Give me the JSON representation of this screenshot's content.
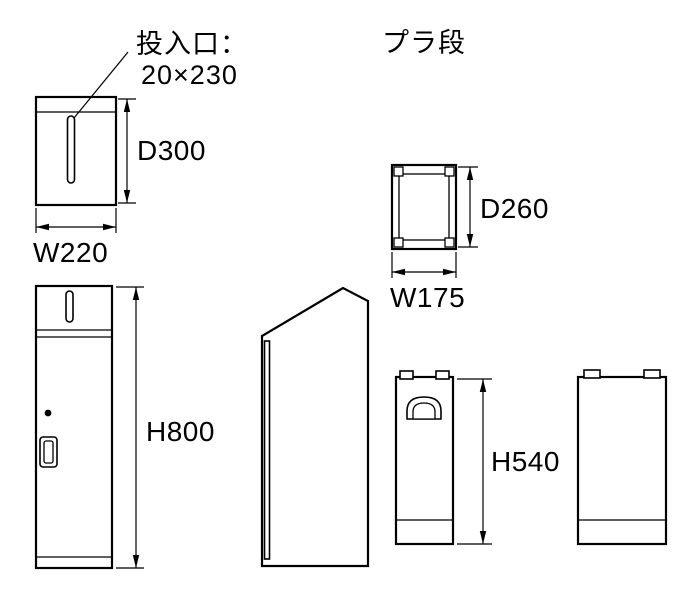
{
  "callout": {
    "line1": "投入口：",
    "line2": "20×230"
  },
  "material_note": "プラ段",
  "dimensions": {
    "main_top_depth": "D300",
    "main_top_width": "W220",
    "tray_depth": "D260",
    "tray_width": "W175",
    "main_height": "H800",
    "small_box_height": "H540"
  },
  "colors": {
    "line": "#000000",
    "background": "#ffffff"
  }
}
